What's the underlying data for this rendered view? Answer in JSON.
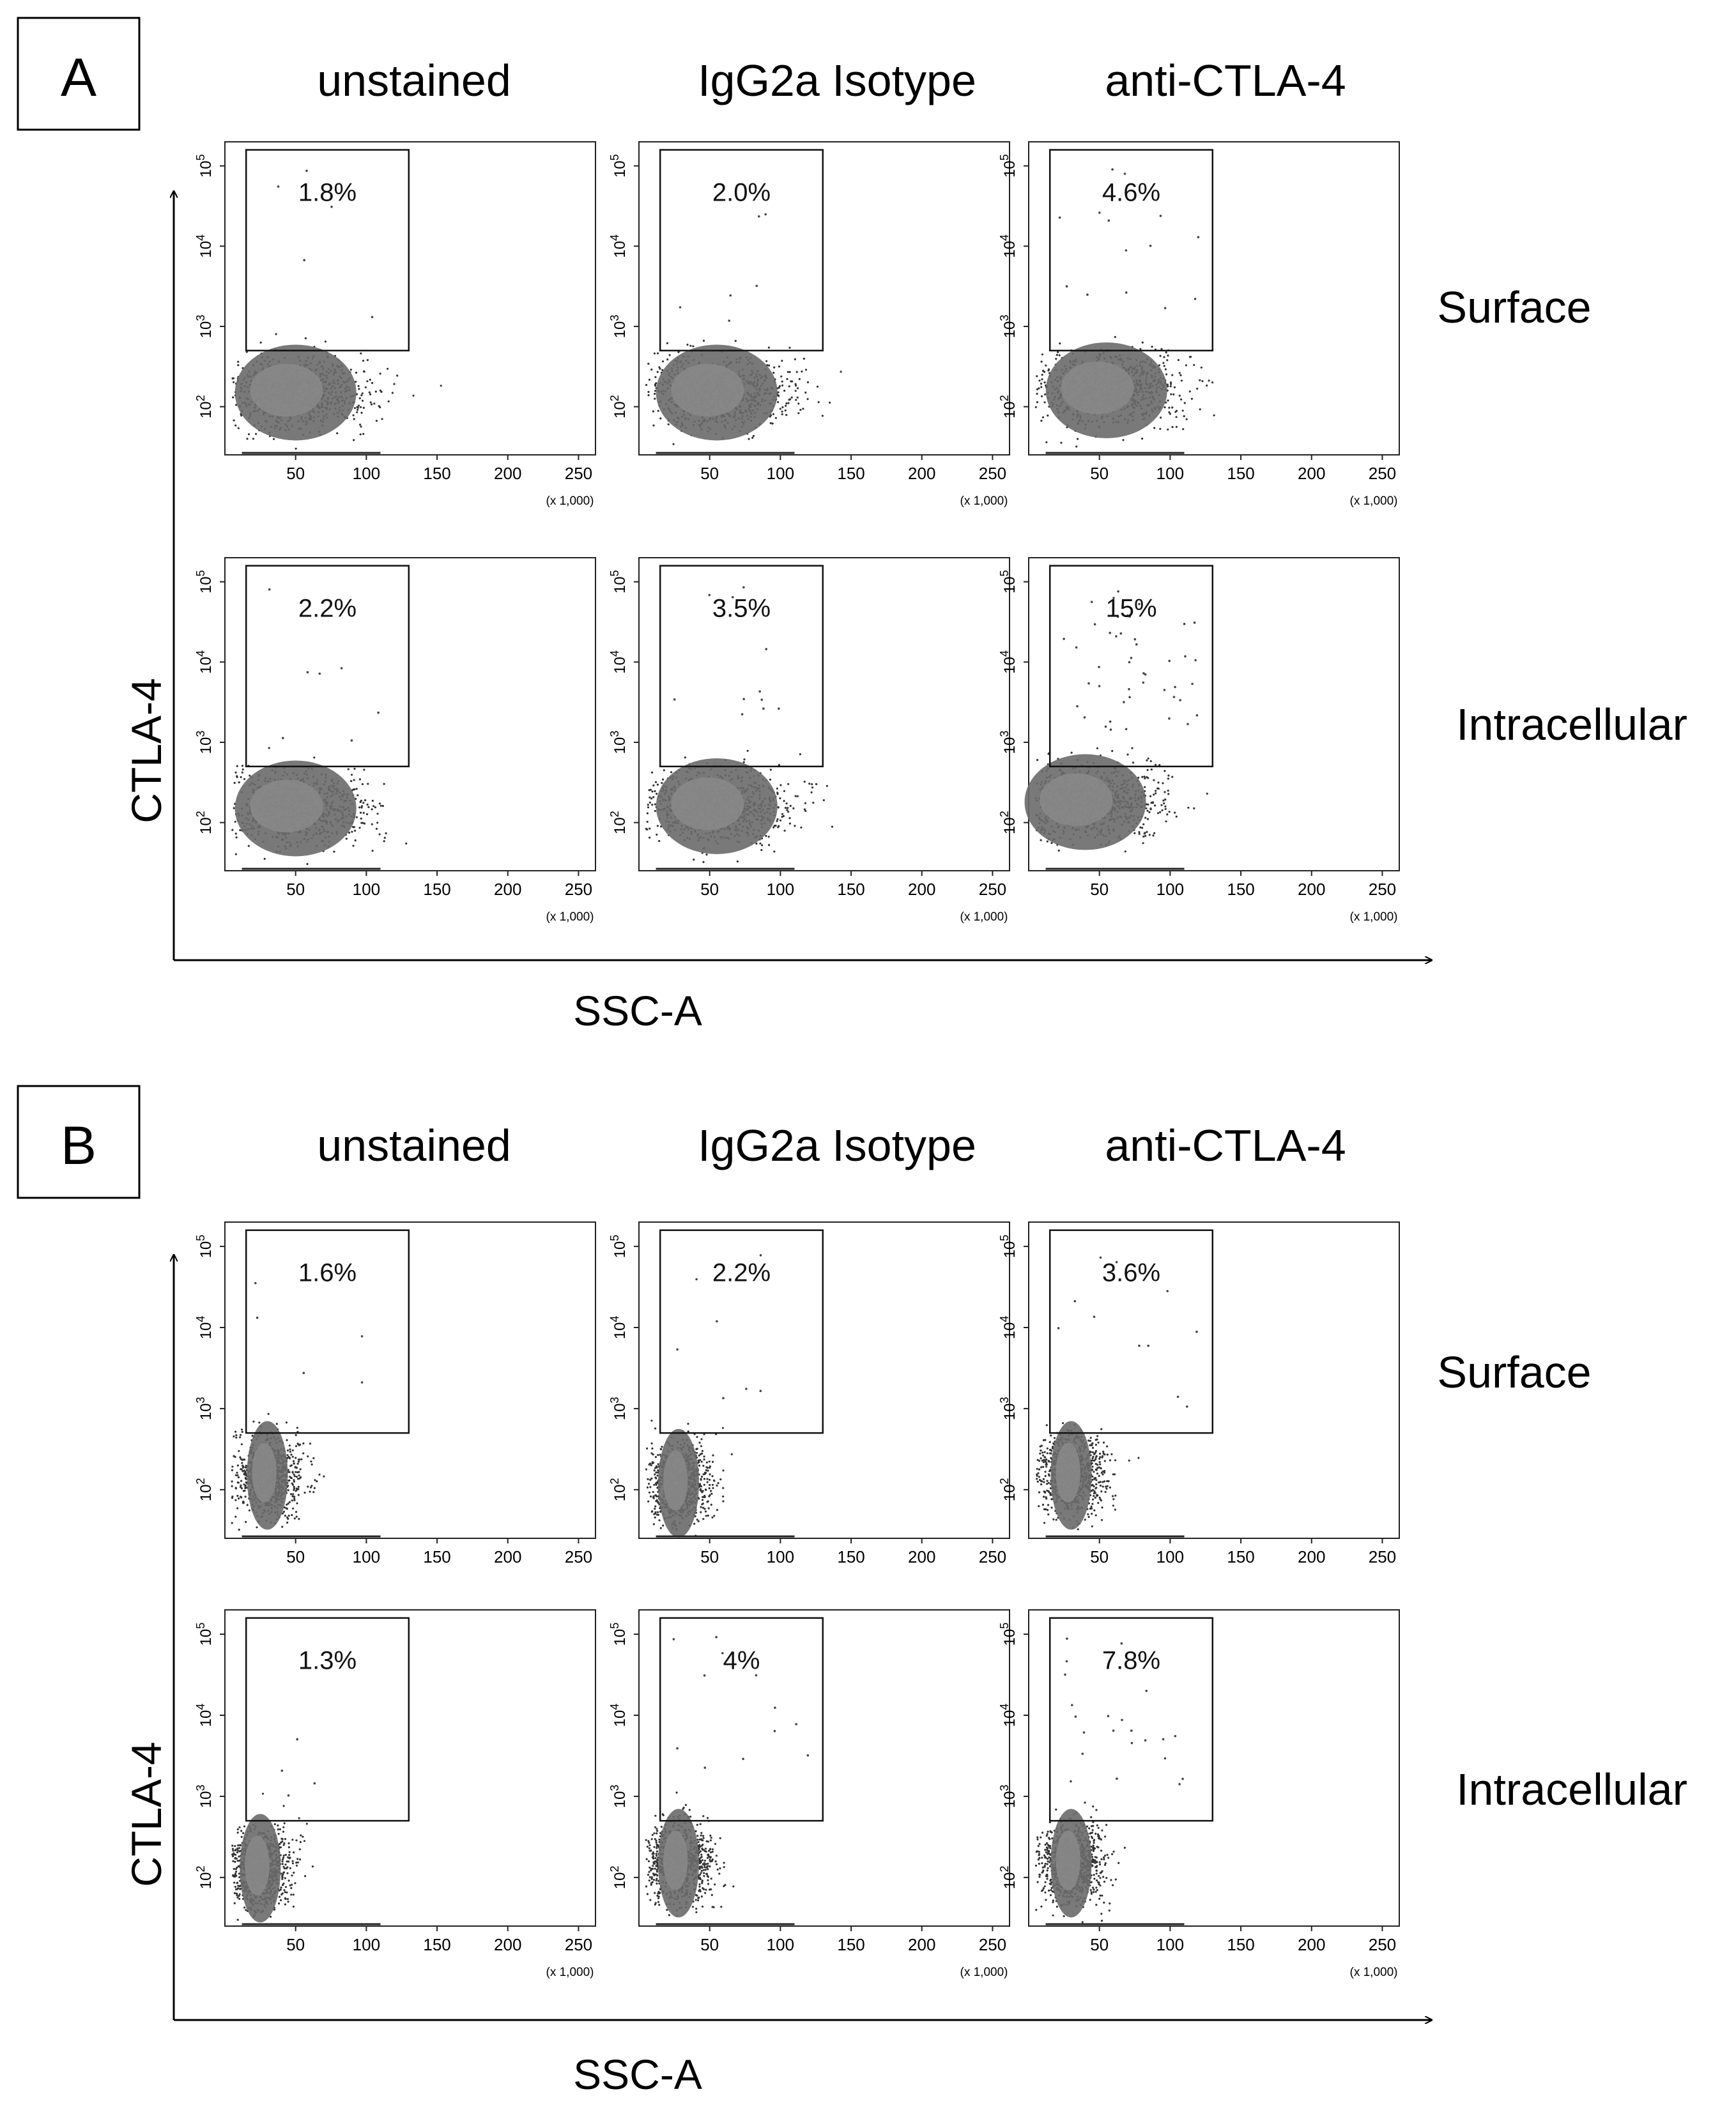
{
  "figure": {
    "panels": [
      {
        "letter": "A",
        "columns": [
          "unstained",
          "IgG2a Isotype",
          "anti-CTLA-4"
        ],
        "rows": [
          "Surface",
          "Intracellular"
        ],
        "ylabel": "CTLA-4",
        "xlabel": "SSC-A"
      },
      {
        "letter": "B",
        "columns": [
          "unstained",
          "IgG2a Isotype",
          "anti-CTLA-4"
        ],
        "rows": [
          "Surface",
          "Intracellular"
        ],
        "ylabel": "CTLA-4",
        "xlabel": "SSC-A"
      }
    ]
  },
  "chart_data": [
    {
      "type": "scatter",
      "panel": "A",
      "row": "Surface",
      "column": "unstained",
      "gate_percent_label": "1.8%",
      "gate_percent": 1.8,
      "gate_x": [
        15,
        130
      ],
      "gate_y_min": 500,
      "population_x_center": 50,
      "population_y_center": 150,
      "xticks": [
        "50",
        "100",
        "150",
        "200",
        "250"
      ],
      "yticks": [
        "10^2",
        "10^3",
        "10^4",
        "10^5"
      ],
      "x_unit": "(x 1,000)",
      "xlim": [
        0,
        262
      ],
      "ylim_log10": [
        1.4,
        5.3
      ]
    },
    {
      "type": "scatter",
      "panel": "A",
      "row": "Surface",
      "column": "IgG2a Isotype",
      "gate_percent_label": "2.0%",
      "gate_percent": 2.0,
      "gate_x": [
        15,
        130
      ],
      "gate_y_min": 500,
      "population_x_center": 55,
      "population_y_center": 150,
      "xticks": [
        "50",
        "100",
        "150",
        "200",
        "250"
      ],
      "yticks": [
        "10^2",
        "10^3",
        "10^4",
        "10^5"
      ],
      "x_unit": "(x 1,000)",
      "xlim": [
        0,
        262
      ],
      "ylim_log10": [
        1.4,
        5.3
      ]
    },
    {
      "type": "scatter",
      "panel": "A",
      "row": "Surface",
      "column": "anti-CTLA-4",
      "gate_percent_label": "4.6%",
      "gate_percent": 4.6,
      "gate_x": [
        15,
        130
      ],
      "gate_y_min": 500,
      "population_x_center": 55,
      "population_y_center": 160,
      "xticks": [
        "50",
        "100",
        "150",
        "200",
        "250"
      ],
      "yticks": [
        "10^2",
        "10^3",
        "10^4",
        "10^5"
      ],
      "x_unit": "(x 1,000)",
      "xlim": [
        0,
        262
      ],
      "ylim_log10": [
        1.4,
        5.3
      ]
    },
    {
      "type": "scatter",
      "panel": "A",
      "row": "Intracellular",
      "column": "unstained",
      "gate_percent_label": "2.2%",
      "gate_percent": 2.2,
      "gate_x": [
        15,
        130
      ],
      "gate_y_min": 500,
      "population_x_center": 50,
      "population_y_center": 150,
      "xticks": [
        "50",
        "100",
        "150",
        "200",
        "250"
      ],
      "yticks": [
        "10^2",
        "10^3",
        "10^4",
        "10^5"
      ],
      "x_unit": "(x 1,000)",
      "xlim": [
        0,
        262
      ],
      "ylim_log10": [
        1.4,
        5.3
      ]
    },
    {
      "type": "scatter",
      "panel": "A",
      "row": "Intracellular",
      "column": "IgG2a Isotype",
      "gate_percent_label": "3.5%",
      "gate_percent": 3.5,
      "gate_x": [
        15,
        130
      ],
      "gate_y_min": 500,
      "population_x_center": 55,
      "population_y_center": 160,
      "xticks": [
        "50",
        "100",
        "150",
        "200",
        "250"
      ],
      "yticks": [
        "10^2",
        "10^3",
        "10^4",
        "10^5"
      ],
      "x_unit": "(x 1,000)",
      "xlim": [
        0,
        262
      ],
      "ylim_log10": [
        1.4,
        5.3
      ]
    },
    {
      "type": "scatter",
      "panel": "A",
      "row": "Intracellular",
      "column": "anti-CTLA-4",
      "gate_percent_label": "15%",
      "gate_percent": 15,
      "gate_x": [
        15,
        130
      ],
      "gate_y_min": 500,
      "population_x_center": 40,
      "population_y_center": 180,
      "xticks": [
        "50",
        "100",
        "150",
        "200",
        "250"
      ],
      "yticks": [
        "10^2",
        "10^3",
        "10^4",
        "10^5"
      ],
      "x_unit": "(x 1,000)",
      "xlim": [
        0,
        262
      ],
      "ylim_log10": [
        1.4,
        5.3
      ]
    },
    {
      "type": "scatter",
      "panel": "B",
      "row": "Surface",
      "column": "unstained",
      "gate_percent_label": "1.6%",
      "gate_percent": 1.6,
      "gate_x": [
        15,
        130
      ],
      "gate_y_min": 500,
      "population_x_center": 30,
      "population_y_center": 150,
      "xticks": [
        "50",
        "100",
        "150",
        "200",
        "250"
      ],
      "yticks": [
        "10^2",
        "10^3",
        "10^4",
        "10^5"
      ],
      "x_unit": "",
      "xlim": [
        0,
        262
      ],
      "ylim_log10": [
        1.4,
        5.3
      ]
    },
    {
      "type": "scatter",
      "panel": "B",
      "row": "Surface",
      "column": "IgG2a Isotype",
      "gate_percent_label": "2.2%",
      "gate_percent": 2.2,
      "gate_x": [
        15,
        130
      ],
      "gate_y_min": 500,
      "population_x_center": 28,
      "population_y_center": 120,
      "xticks": [
        "50",
        "100",
        "150",
        "200",
        "250"
      ],
      "yticks": [
        "10^2",
        "10^3",
        "10^4",
        "10^5"
      ],
      "x_unit": "",
      "xlim": [
        0,
        262
      ],
      "ylim_log10": [
        1.4,
        5.3
      ]
    },
    {
      "type": "scatter",
      "panel": "B",
      "row": "Surface",
      "column": "anti-CTLA-4",
      "gate_percent_label": "3.6%",
      "gate_percent": 3.6,
      "gate_x": [
        15,
        130
      ],
      "gate_y_min": 500,
      "population_x_center": 30,
      "population_y_center": 150,
      "xticks": [
        "50",
        "100",
        "150",
        "200",
        "250"
      ],
      "yticks": [
        "10^2",
        "10^3",
        "10^4",
        "10^5"
      ],
      "x_unit": "",
      "xlim": [
        0,
        262
      ],
      "ylim_log10": [
        1.4,
        5.3
      ]
    },
    {
      "type": "scatter",
      "panel": "B",
      "row": "Intracellular",
      "column": "unstained",
      "gate_percent_label": "1.3%",
      "gate_percent": 1.3,
      "gate_x": [
        15,
        130
      ],
      "gate_y_min": 500,
      "population_x_center": 25,
      "population_y_center": 130,
      "xticks": [
        "50",
        "100",
        "150",
        "200",
        "250"
      ],
      "yticks": [
        "10^2",
        "10^3",
        "10^4",
        "10^5"
      ],
      "x_unit": "(x 1,000)",
      "xlim": [
        0,
        262
      ],
      "ylim_log10": [
        1.4,
        5.3
      ]
    },
    {
      "type": "scatter",
      "panel": "B",
      "row": "Intracellular",
      "column": "IgG2a Isotype",
      "gate_percent_label": "4%",
      "gate_percent": 4,
      "gate_x": [
        15,
        130
      ],
      "gate_y_min": 500,
      "population_x_center": 28,
      "population_y_center": 150,
      "xticks": [
        "50",
        "100",
        "150",
        "200",
        "250"
      ],
      "yticks": [
        "10^2",
        "10^3",
        "10^4",
        "10^5"
      ],
      "x_unit": "(x 1,000)",
      "xlim": [
        0,
        262
      ],
      "ylim_log10": [
        1.4,
        5.3
      ]
    },
    {
      "type": "scatter",
      "panel": "B",
      "row": "Intracellular",
      "column": "anti-CTLA-4",
      "gate_percent_label": "7.8%",
      "gate_percent": 7.8,
      "gate_x": [
        15,
        130
      ],
      "gate_y_min": 500,
      "population_x_center": 30,
      "population_y_center": 150,
      "xticks": [
        "50",
        "100",
        "150",
        "200",
        "250"
      ],
      "yticks": [
        "10^2",
        "10^3",
        "10^4",
        "10^5"
      ],
      "x_unit": "(x 1,000)",
      "xlim": [
        0,
        262
      ],
      "ylim_log10": [
        1.4,
        5.3
      ]
    }
  ]
}
